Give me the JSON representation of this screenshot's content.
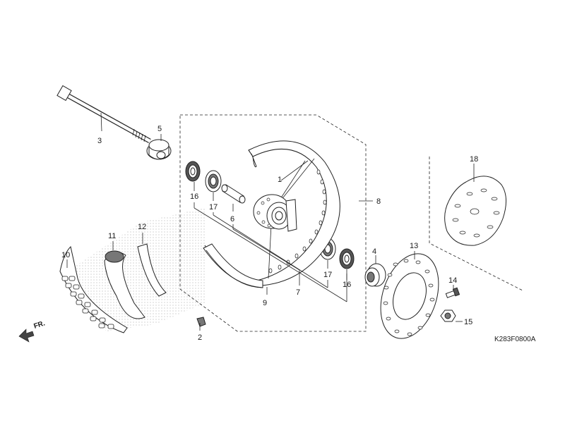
{
  "diagram": {
    "code": "K283F0800A",
    "direction": "FR.",
    "callouts": {
      "c1": "1",
      "c2": "2",
      "c3": "3",
      "c4": "4",
      "c5": "5",
      "c6": "6",
      "c7": "7",
      "c8": "8",
      "c9": "9",
      "c10": "10",
      "c11": "11",
      "c12": "12",
      "c13": "13",
      "c14": "14",
      "c15": "15",
      "c16a": "16",
      "c16b": "16",
      "c17a": "17",
      "c17b": "17",
      "c18": "18"
    }
  }
}
